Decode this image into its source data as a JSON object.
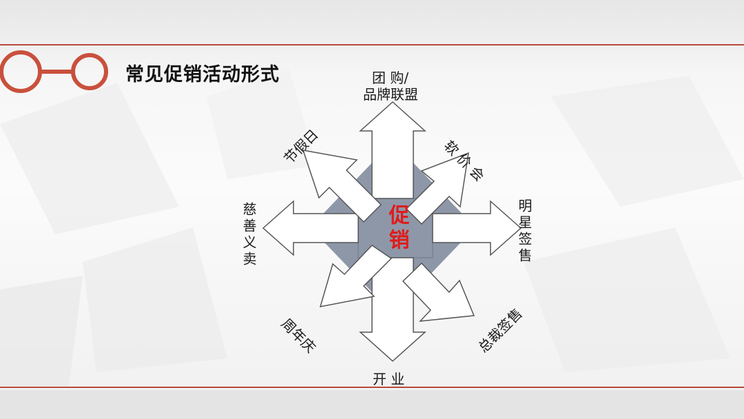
{
  "title": "常见促销活动形式",
  "center": "促销",
  "labels": {
    "top_line1": "团 购/",
    "top_line2": "品牌联盟",
    "top_right": "软 价 会",
    "right": "明星签售",
    "bottom_right": "总裁签售",
    "bottom": "开 业",
    "bottom_left": "周年庆",
    "left": "慈善义卖",
    "top_left": "节假日"
  },
  "colors": {
    "accent": "#c9503d",
    "center_fill": "#8e97a8",
    "center_text": "#e01b1b",
    "arrow_fill": "#ffffff",
    "arrow_stroke": "#555555"
  }
}
